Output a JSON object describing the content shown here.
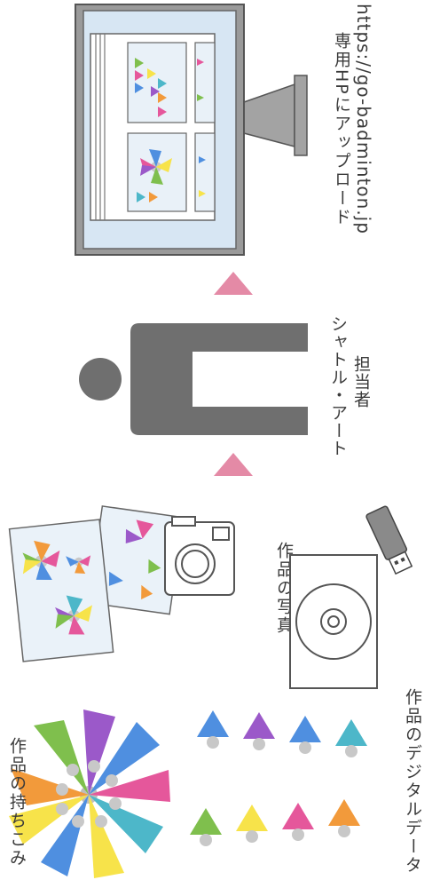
{
  "labels": {
    "upload_title": "専用HPにアップロード",
    "upload_url": "https://go-badminton.jp",
    "staff_line1": "シャトル・アート",
    "staff_line2": "担当者",
    "photo": "作品の写真",
    "digital": "作品のデジタルデータ",
    "bring": "作品の持ちこみ"
  },
  "colors": {
    "arrow": "#e48aa6",
    "person": "#6f6f6f",
    "monitor_frame": "#9a9a9a",
    "screen": "#d7e6f3"
  },
  "icons": {
    "monitor": "monitor-icon",
    "person": "person-icon",
    "camera": "camera-icon",
    "cd": "cd-icon",
    "usb": "usb-drive-icon",
    "shuttlecock": "shuttlecock-icon"
  }
}
